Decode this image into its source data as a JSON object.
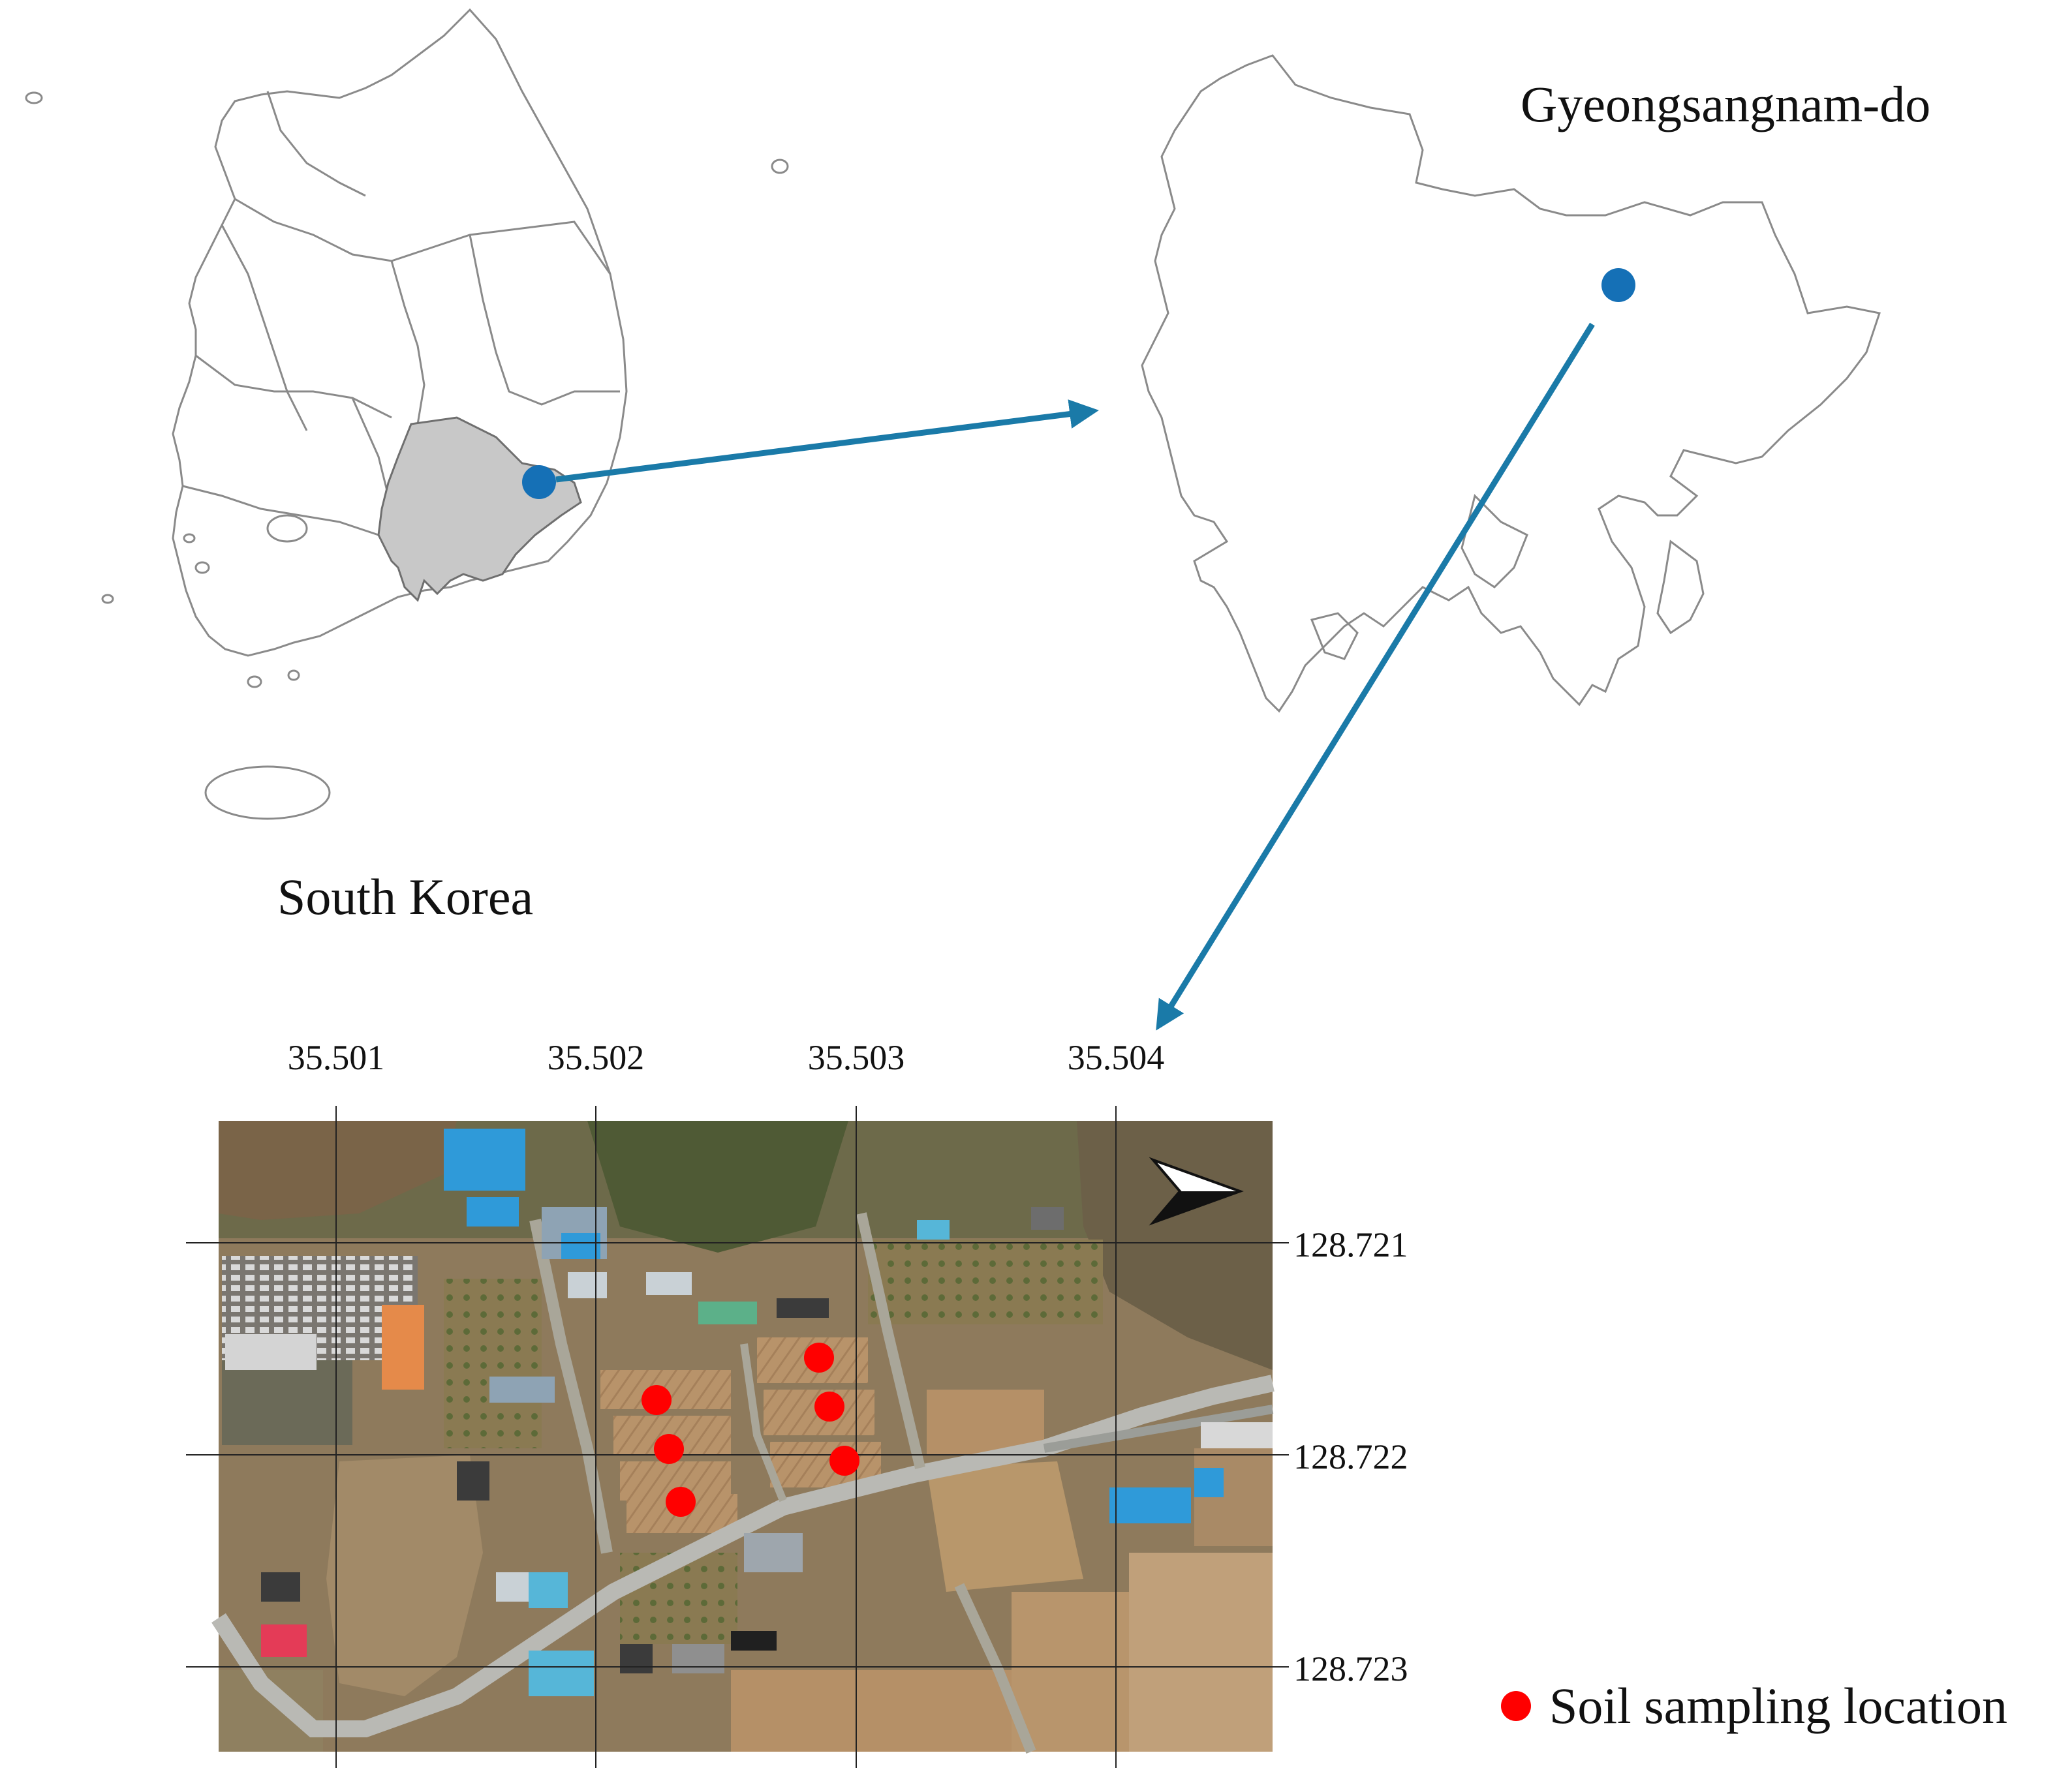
{
  "map_labels": {
    "country": "South Korea",
    "province": "Gyeongsangnam-do"
  },
  "latitude_ticks": [
    "35.501",
    "35.502",
    "35.503",
    "35.504"
  ],
  "longitude_ticks": [
    "128.721",
    "128.722",
    "128.723"
  ],
  "legend": {
    "label": "Soil sampling location",
    "marker_color": "#ff0000"
  },
  "colors": {
    "location_marker": "#1570b6",
    "arrow": "#1a7aa8",
    "highlight_region": "#c8c8c8",
    "outline": "#8a8a8a",
    "sample_point": "#ff0000"
  },
  "icons": {
    "north_arrow": "north-arrow-icon"
  }
}
